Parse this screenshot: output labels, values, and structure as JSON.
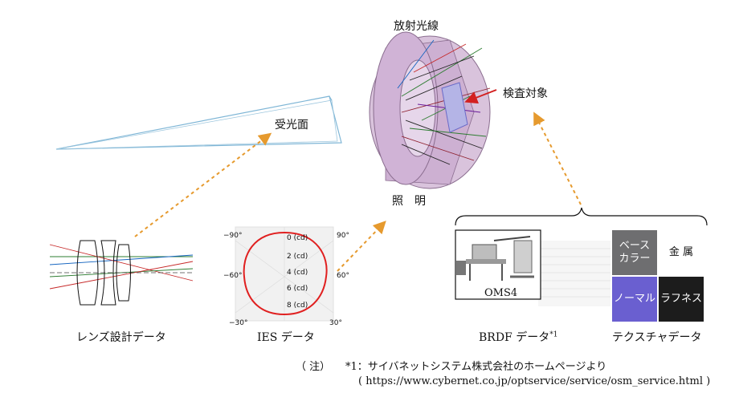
{
  "labels": {
    "radiation": "放射光線",
    "inspection_target": "検査対象",
    "receiving_surface": "受光面",
    "lighting": "照　明",
    "lens_design_data": "レンズ設計データ",
    "ies_data": "IES データ",
    "brdf_data": "BRDF データ",
    "brdf_note_mark": "*1",
    "texture_data": "テクスチャデータ",
    "oms4": "OMS4"
  },
  "ies_plot": {
    "angles": {
      "top_left": "−90°",
      "top_right": "90°",
      "mid_left": "−60°",
      "mid_right": "60°",
      "bottom_left": "−30°",
      "bottom_right": "30°"
    },
    "rings": [
      "0 (cd)",
      "2 (cd)",
      "4 (cd)",
      "6 (cd)",
      "8 (cd)"
    ]
  },
  "texture": {
    "base_color": "ベース\nカラー",
    "metal": "金 属",
    "normal": "ノーマル",
    "roughness": "ラフネス",
    "colors": {
      "base": "#6e6e70",
      "normal": "#6a5fd0",
      "roughness": "#1c1c1c",
      "metal": "#ffffff"
    }
  },
  "footnote": {
    "prefix": "（ 注）",
    "text": "*1：サイバネットシステム株式会社のホームページより",
    "url": "( https://www.cybernet.co.jp/optservice/service/osm_service.html )"
  },
  "colors": {
    "arrow": "#e69a2e",
    "red_arrow": "#d32020",
    "ring": "#c8a8cf",
    "ies_curve": "#e02020"
  }
}
